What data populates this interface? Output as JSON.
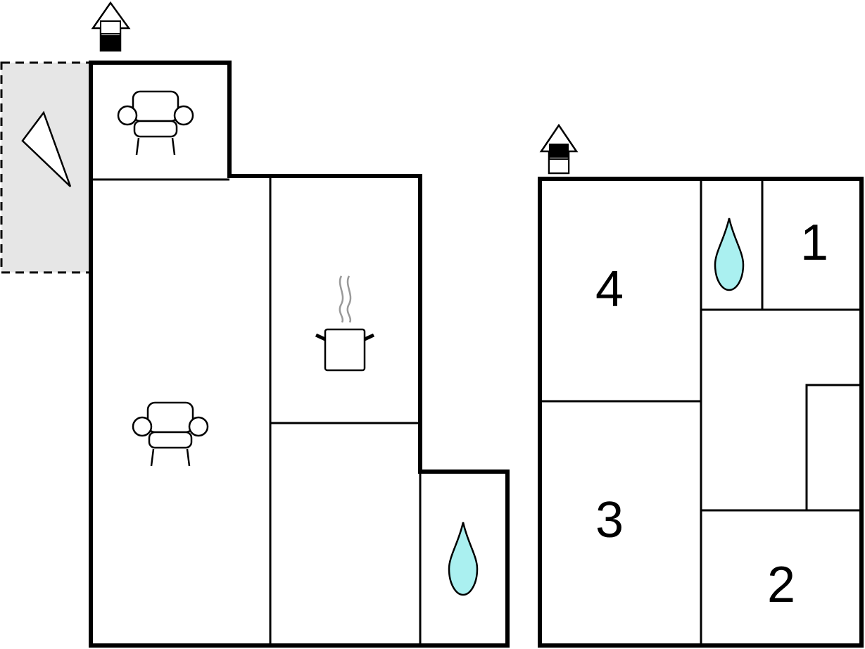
{
  "colors": {
    "wall": "#000000",
    "terrace_fill": "#e6e6e6",
    "water": "#aaf0f0",
    "steam": "#999999",
    "background": "#ffffff"
  },
  "ground_floor": {
    "rooms": [
      {
        "id": "top-living",
        "icon": "armchair-icon"
      },
      {
        "id": "main-living",
        "icon": "armchair-icon"
      },
      {
        "id": "kitchen",
        "icon": "cooking-pot-icon"
      },
      {
        "id": "hall",
        "icon": ""
      },
      {
        "id": "bathroom",
        "icon": "water-drop-icon"
      }
    ],
    "terrace_icon": "terrace-triangle-icon",
    "entrance_icon": "entrance-arrow-icon"
  },
  "upper_floor": {
    "rooms": [
      {
        "id": "bedroom-4",
        "label": "4"
      },
      {
        "id": "bathroom",
        "icon": "water-drop-icon"
      },
      {
        "id": "bedroom-1",
        "label": "1"
      },
      {
        "id": "bedroom-3",
        "label": "3"
      },
      {
        "id": "bedroom-2",
        "label": "2"
      }
    ],
    "entrance_icon": "stairs-arrow-icon"
  }
}
